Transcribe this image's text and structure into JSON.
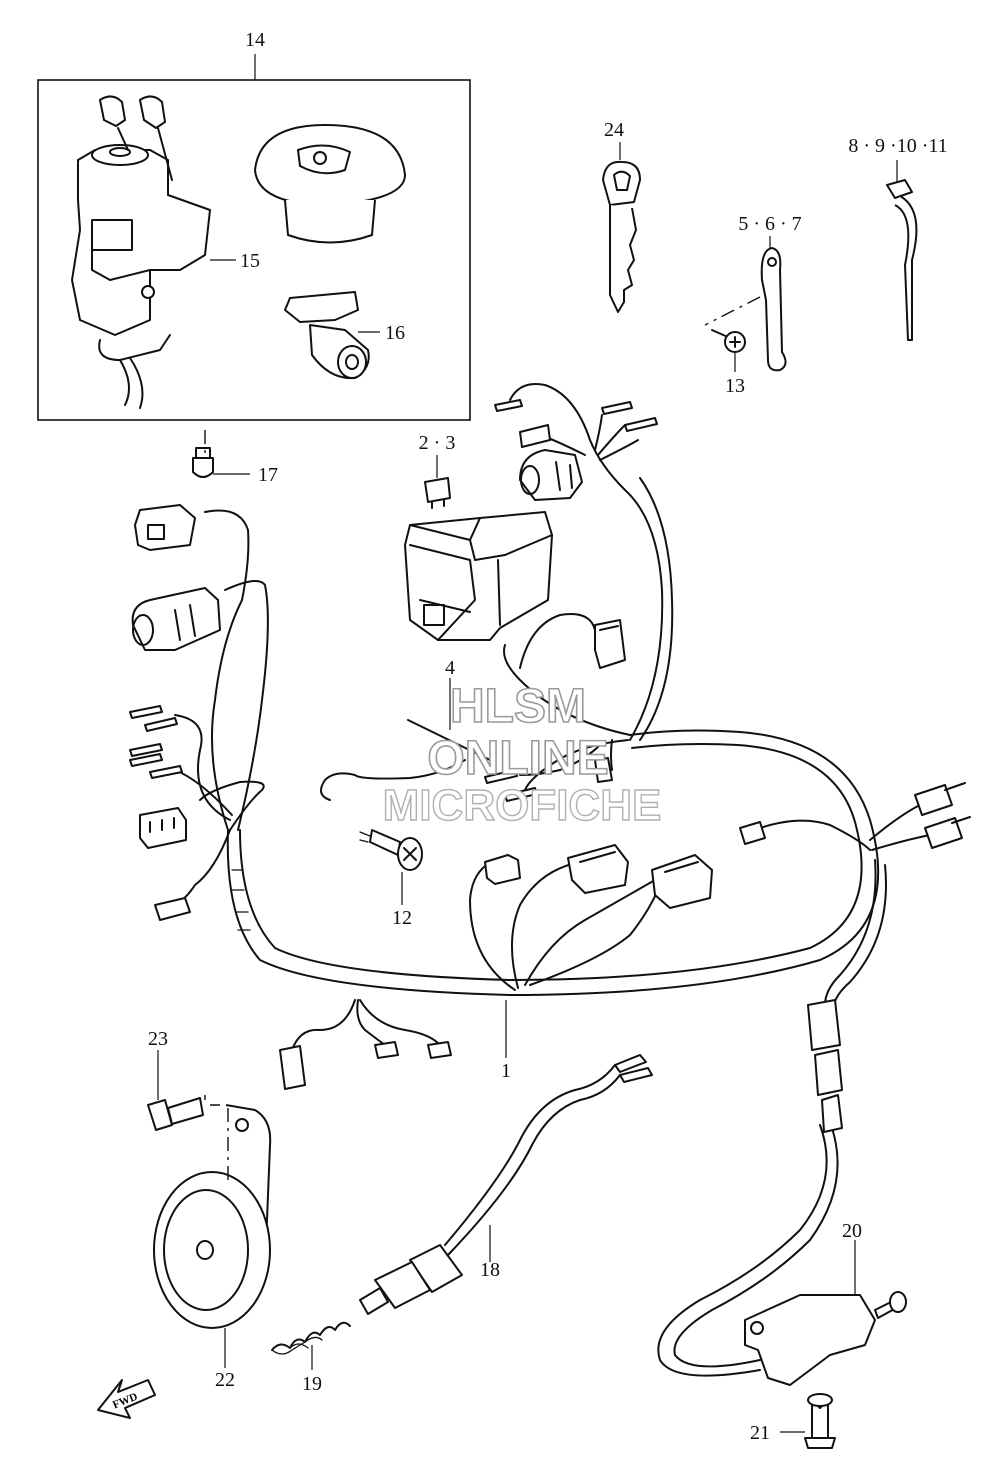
{
  "callouts": {
    "c14": "14",
    "c15": "15",
    "c16": "16",
    "c17": "17",
    "c24": "24",
    "c8_11": "8 · 9 ·10 ·11",
    "c5_7": "5 · 6 · 7",
    "c13": "13",
    "c2_3": "2 · 3",
    "c4": "4",
    "c12": "12",
    "c1": "1",
    "c23": "23",
    "c22": "22",
    "c19": "19",
    "c18": "18",
    "c20": "20",
    "c21": "21"
  },
  "watermark": {
    "line1": "HLSM",
    "line2": "ONLINE",
    "line3": "MICROFICHE"
  },
  "fwd_label": "FWD",
  "colors": {
    "ink": "#111111",
    "paper": "#ffffff",
    "watermark": "#9a9a9a"
  }
}
